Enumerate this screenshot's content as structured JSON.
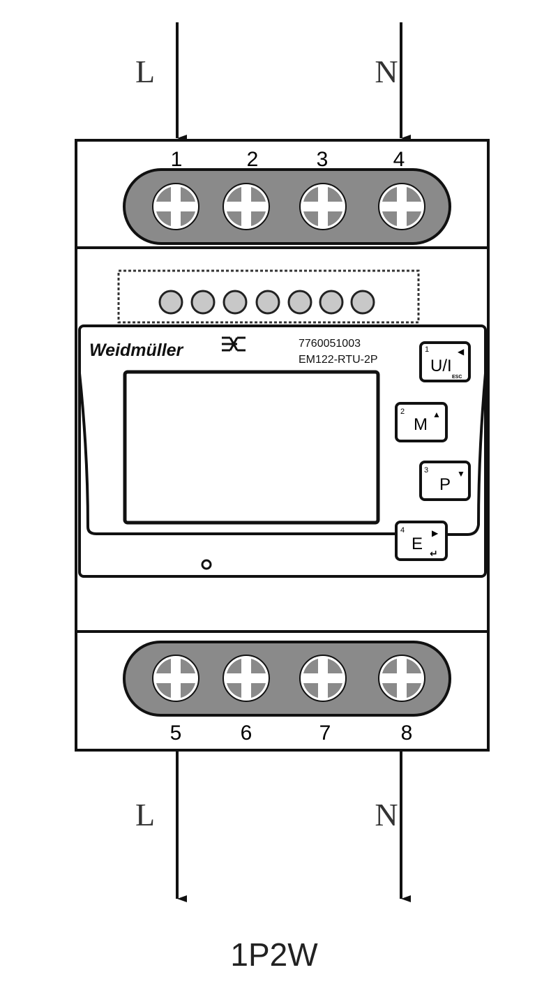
{
  "wiring": {
    "top_left_label": "L",
    "top_right_label": "N",
    "bottom_left_label": "L",
    "bottom_right_label": "N",
    "caption": "1P2W"
  },
  "terminals": {
    "top": [
      "1",
      "2",
      "3",
      "4"
    ],
    "bottom": [
      "5",
      "6",
      "7",
      "8"
    ]
  },
  "device": {
    "brand": "Weidmüller",
    "article_number": "7760051003",
    "model": "EM122-RTU-2P",
    "led_count": 7
  },
  "buttons": [
    {
      "number": "1",
      "label": "U/I",
      "sub": "ESC",
      "arrow": "◀"
    },
    {
      "number": "2",
      "label": "M",
      "sub": "",
      "arrow": "▲"
    },
    {
      "number": "3",
      "label": "P",
      "sub": "",
      "arrow": "▼"
    },
    {
      "number": "4",
      "label": "E",
      "sub": "↵",
      "arrow": "▶"
    }
  ],
  "colors": {
    "terminal_fill": "#8a8a8a",
    "led_fill": "#c8c8c8"
  }
}
